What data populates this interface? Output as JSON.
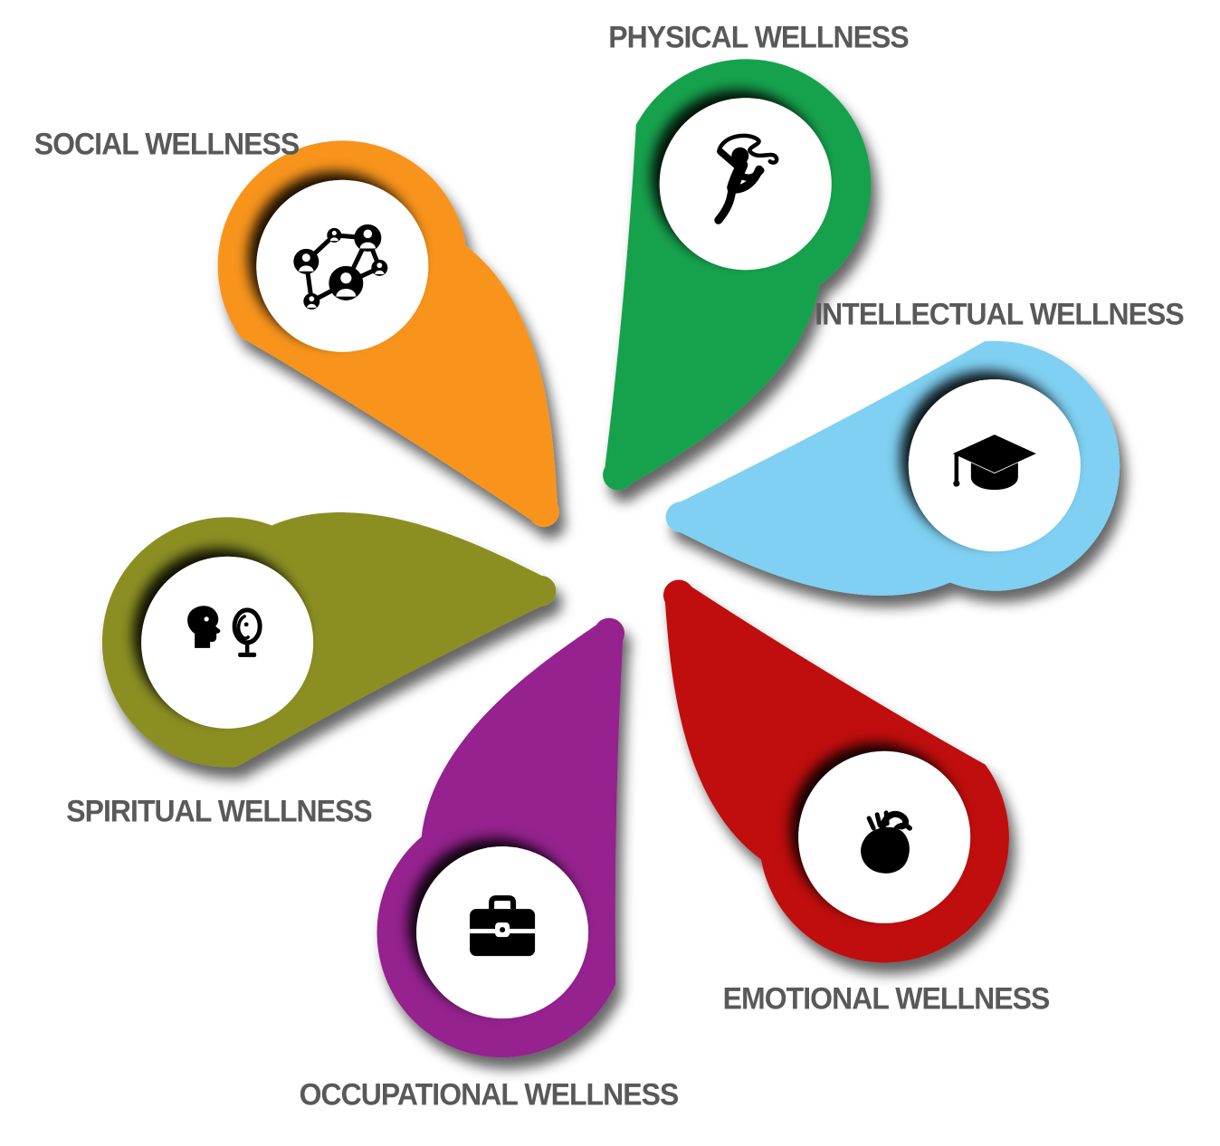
{
  "petals": [
    {
      "label": "PHYSICAL WELLNESS",
      "color": "#18A24E",
      "icon": "gymnast-ribbon-icon"
    },
    {
      "label": "INTELLECTUAL WELLNESS",
      "color": "#7FD0F2",
      "icon": "graduation-cap-icon"
    },
    {
      "label": "EMOTIONAL WELLNESS",
      "color": "#C00A0C",
      "icon": "anatomical-heart-icon"
    },
    {
      "label": "OCCUPATIONAL WELLNESS",
      "color": "#95218F",
      "icon": "briefcase-icon"
    },
    {
      "label": "SPIRITUAL WELLNESS",
      "color": "#8B8F23",
      "icon": "head-mirror-reflection-icon"
    },
    {
      "label": "SOCIAL WELLNESS",
      "color": "#F8941E",
      "icon": "people-network-icon"
    }
  ],
  "styles": {
    "label_color": "#595959",
    "icon_color": "#000000",
    "circle_fill": "#FFFFFF",
    "background": "#FFFFFF"
  }
}
